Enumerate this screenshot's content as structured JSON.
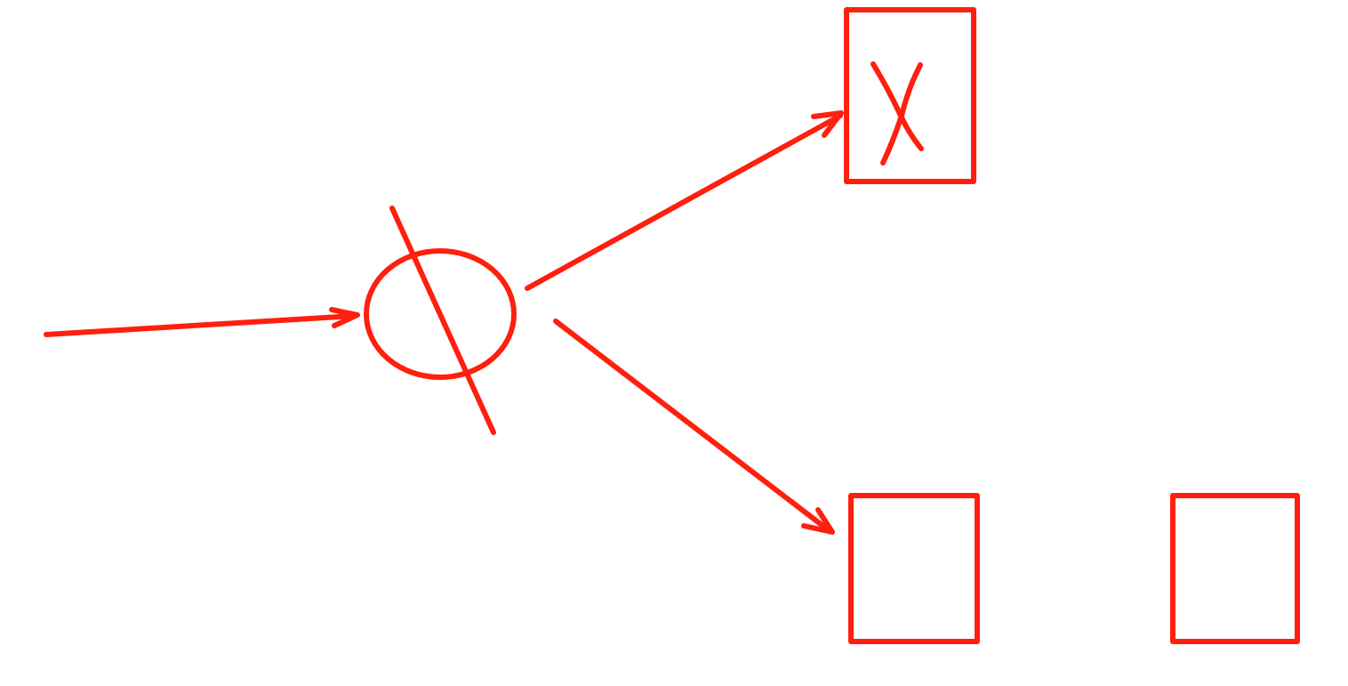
{
  "diagram": {
    "accent_color": "#ff1f0f",
    "background_color": "#fefffe",
    "nodes": [
      {
        "id": "splitter",
        "shape": "ellipse-slashed"
      },
      {
        "id": "box-top",
        "shape": "rectangle",
        "mark": "X"
      },
      {
        "id": "box-bottom-left",
        "shape": "rectangle"
      },
      {
        "id": "box-bottom-right",
        "shape": "rectangle"
      }
    ],
    "edges": [
      {
        "from": "input",
        "to": "splitter"
      },
      {
        "from": "splitter",
        "to": "box-top"
      },
      {
        "from": "splitter",
        "to": "box-bottom-left"
      }
    ]
  }
}
